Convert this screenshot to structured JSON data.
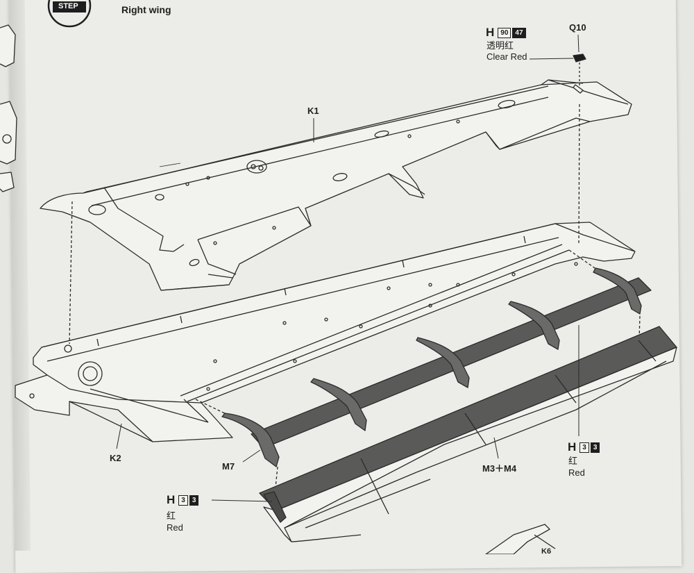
{
  "header": {
    "step_badge": "STEP",
    "subtitle": "Right wing"
  },
  "parts": {
    "k1": "K1",
    "k2": "K2",
    "q10": "Q10",
    "m7": "M7",
    "m3m4": "M3＋M4",
    "k_partial": "K6"
  },
  "paint_callouts": [
    {
      "id": "clear-red",
      "prefix": "H",
      "code_a": "90",
      "code_b": "47",
      "cn": "透明红",
      "en": "Clear Red"
    },
    {
      "id": "red-right",
      "prefix": "H",
      "code_a": "3",
      "code_b": "3",
      "cn": "红",
      "en": "Red"
    },
    {
      "id": "red-left",
      "prefix": "H",
      "code_a": "3",
      "code_b": "3",
      "cn": "红",
      "en": "Red"
    }
  ],
  "colors": {
    "paper": "#ecece9",
    "line": "#2a2a2a",
    "flap_fill": "#5a5a58",
    "wing_fill": "#f2f2ef"
  }
}
